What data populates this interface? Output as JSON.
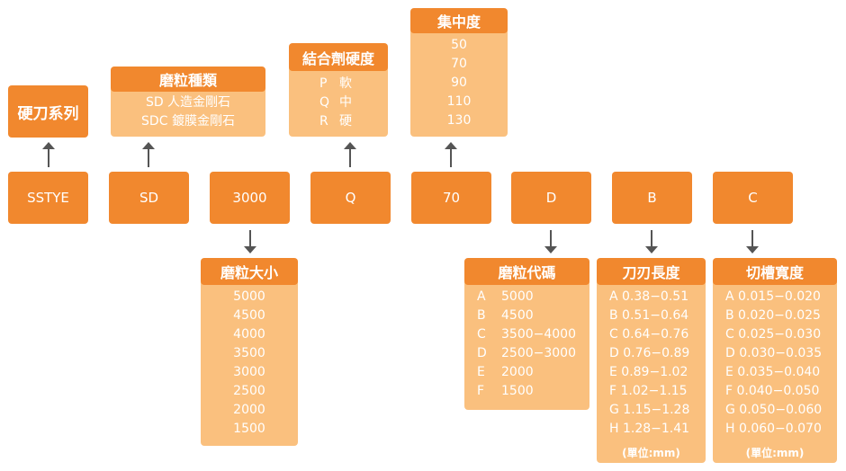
{
  "codes": [
    "SSTYE",
    "SD",
    "3000",
    "Q",
    "70",
    "D",
    "B",
    "C"
  ],
  "series": {
    "title": "硬刀系列"
  },
  "abrasive_type": {
    "title": "磨粒種類",
    "items": [
      "SD 人造金剛石",
      "SDC 鍍膜金剛石"
    ]
  },
  "bond_hardness": {
    "title": "結合劑硬度",
    "items": [
      {
        "code": "P",
        "name": "軟"
      },
      {
        "code": "Q",
        "name": "中"
      },
      {
        "code": "R",
        "name": "硬"
      }
    ]
  },
  "concentration": {
    "title": "集中度",
    "items": [
      "50",
      "70",
      "90",
      "110",
      "130"
    ]
  },
  "grit_size": {
    "title": "磨粒大小",
    "items": [
      "5000",
      "4500",
      "4000",
      "3500",
      "3000",
      "2500",
      "2000",
      "1500"
    ]
  },
  "grit_code": {
    "title": "磨粒代碼",
    "items": [
      {
        "code": "A",
        "value": "5000"
      },
      {
        "code": "B",
        "value": "4500"
      },
      {
        "code": "C",
        "value": "3500−4000"
      },
      {
        "code": "D",
        "value": "2500−3000"
      },
      {
        "code": "E",
        "value": "2000"
      },
      {
        "code": "F",
        "value": "1500"
      }
    ]
  },
  "blade_length": {
    "title": "刀刃長度",
    "unit": "(單位:mm)",
    "items": [
      "A 0.38−0.51",
      "B 0.51−0.64",
      "C 0.64−0.76",
      "D 0.76−0.89",
      "E 0.89−1.02",
      "F 1.02−1.15",
      "G 1.15−1.28",
      "H 1.28−1.41"
    ]
  },
  "groove_width": {
    "title": "切槽寬度",
    "unit": "(單位:mm)",
    "items": [
      "A 0.015−0.020",
      "B 0.020−0.025",
      "C 0.025−0.030",
      "D 0.030−0.035",
      "E 0.035−0.040",
      "F 0.040−0.050",
      "G 0.050−0.060",
      "H 0.060−0.070"
    ]
  },
  "colors": {
    "accent": "#f1882e",
    "panel": "#fac07e",
    "arrow": "#555555",
    "text": "#ffffff"
  }
}
